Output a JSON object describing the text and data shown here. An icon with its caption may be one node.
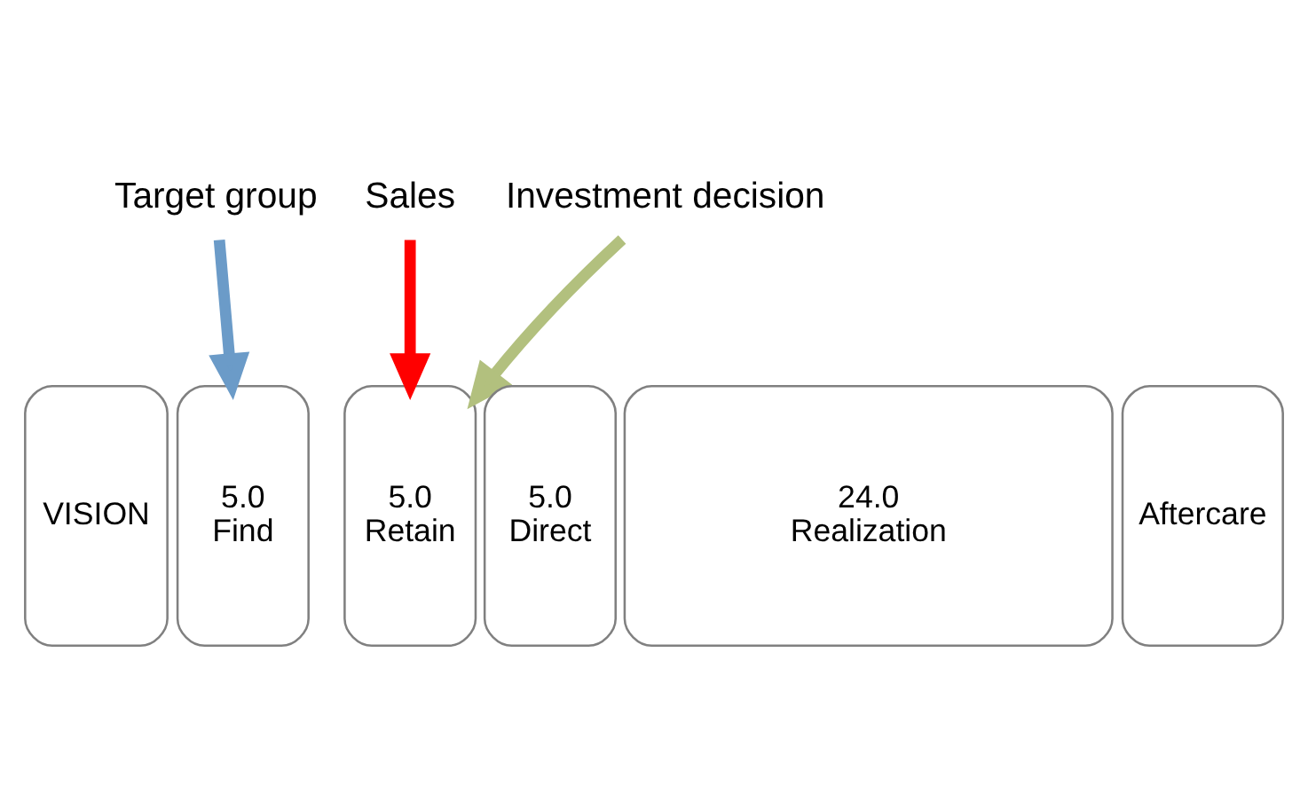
{
  "diagram": {
    "nodes": [
      {
        "text": [
          "Target group"
        ]
      },
      {
        "text": [
          "Sales"
        ]
      },
      {
        "text": [
          "Investment decision"
        ]
      },
      {
        "text": [
          "VISION"
        ]
      },
      {
        "text": [
          "5.0",
          "Find"
        ]
      },
      {
        "text": [
          "5.0",
          "Retain"
        ]
      },
      {
        "text": [
          "5.0",
          "Direct"
        ]
      },
      {
        "text": [
          "24.0",
          "Realization"
        ]
      },
      {
        "text": [
          "Aftercare"
        ]
      }
    ],
    "edges": [
      {
        "from": 0,
        "to": 4,
        "arrow": "to",
        "color": "#6b9bc8"
      },
      {
        "from": 1,
        "to": 5,
        "arrow": "to",
        "color": "#ff0000"
      },
      {
        "from": 2,
        "to": 5,
        "arrow": "to",
        "color": "#b2c07e"
      }
    ]
  }
}
